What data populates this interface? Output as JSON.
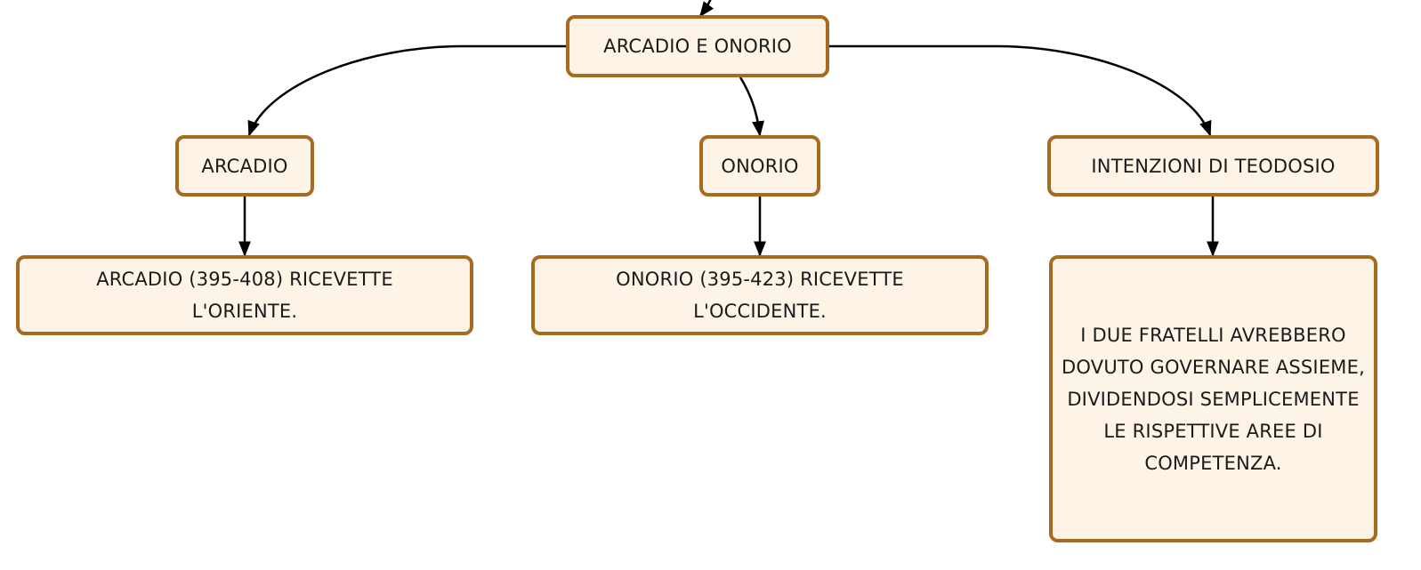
{
  "diagram": {
    "nodes": {
      "root": {
        "label": "ARCADIO E ONORIO"
      },
      "arcadio": {
        "label": "ARCADIO"
      },
      "onorio": {
        "label": "ONORIO"
      },
      "intenzioni": {
        "label": "INTENZIONI DI TEODOSIO"
      },
      "arcadio_desc": {
        "label": "ARCADIO (395-408) RICEVETTE L'ORIENTE."
      },
      "onorio_desc": {
        "label": "ONORIO (395-423) RICEVETTE L'OCCIDENTE."
      },
      "intenzioni_desc": {
        "label": "I DUE FRATELLI AVREBBERO DOVUTO GOVERNARE ASSIEME, DIVIDENDOSI SEMPLICEMENTE LE RISPETTIVE AREE DI COMPETENZA."
      }
    },
    "edges": [
      {
        "from": "incoming",
        "to": "root"
      },
      {
        "from": "root",
        "to": "arcadio"
      },
      {
        "from": "root",
        "to": "onorio"
      },
      {
        "from": "root",
        "to": "intenzioni"
      },
      {
        "from": "arcadio",
        "to": "arcadio_desc"
      },
      {
        "from": "onorio",
        "to": "onorio_desc"
      },
      {
        "from": "intenzioni",
        "to": "intenzioni_desc"
      }
    ],
    "colors": {
      "node_fill": "#fdf3e6",
      "node_border": "#a66b1e",
      "edge": "#000000",
      "text": "#1a1a1a"
    }
  }
}
